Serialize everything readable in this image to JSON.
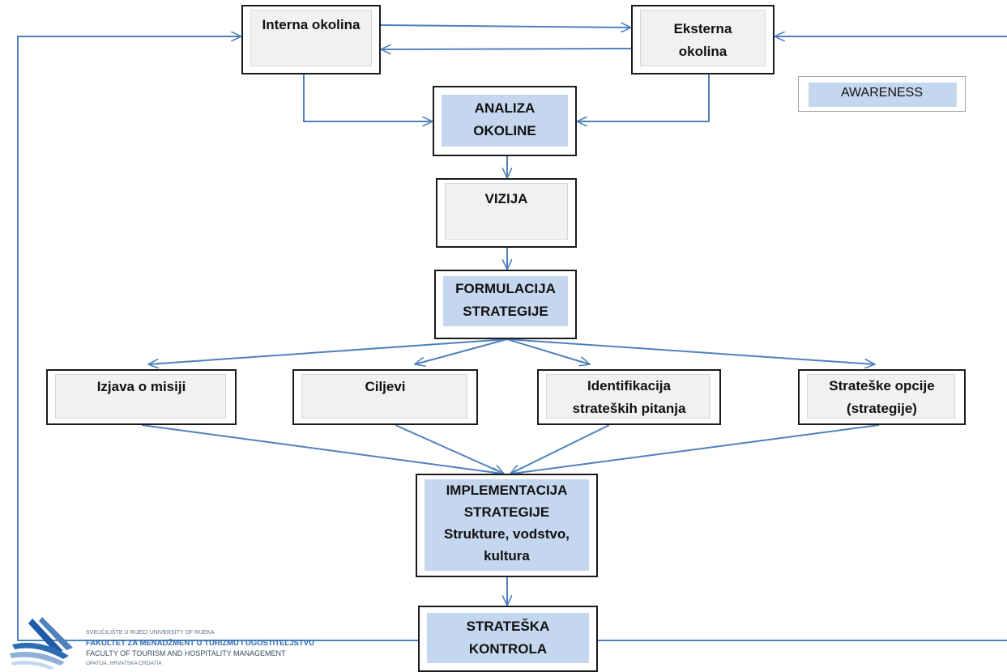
{
  "boxes": {
    "interna": "Interna okolina",
    "eksterna_1": "Eksterna",
    "eksterna_2": "okolina",
    "analiza_1": "ANALIZA",
    "analiza_2": "OKOLINE",
    "vizija": "VIZIJA",
    "formulacija_1": "FORMULACIJA",
    "formulacija_2": "STRATEGIJE",
    "izjava": "Izjava o misiji",
    "ciljevi": "Ciljevi",
    "identifikacija_1": "Identifikacija",
    "identifikacija_2": "strateških pitanja",
    "opcije_1": "Strateške opcije",
    "opcije_2": "(strategije)",
    "implementacija_1": "IMPLEMENTACIJA",
    "implementacija_2": "STRATEGIJE",
    "implementacija_3": "Strukture, vodstvo,",
    "implementacija_4": "kultura",
    "kontrola_1": "STRATEŠKA",
    "kontrola_2": "KONTROLA"
  },
  "awareness": "AWARENESS",
  "logo": {
    "line1": "SVEUČILIŠTE U RIJECI UNIVERSITY OF RIJEKA",
    "line2": "FAKULTET ZA MENADŽMENT U TURIZMU I UGOSTITELJSTVU",
    "line3": "FACULTY OF TOURISM AND HOSPITALITY MANAGEMENT",
    "line4": "OPATIJA, HRVATSKA CROATIA"
  },
  "colors": {
    "arrow": "#4f81bd",
    "box_border": "#1a1a1a",
    "fill_grey": "#f1f1f1",
    "fill_blue": "#c5d7ee"
  }
}
